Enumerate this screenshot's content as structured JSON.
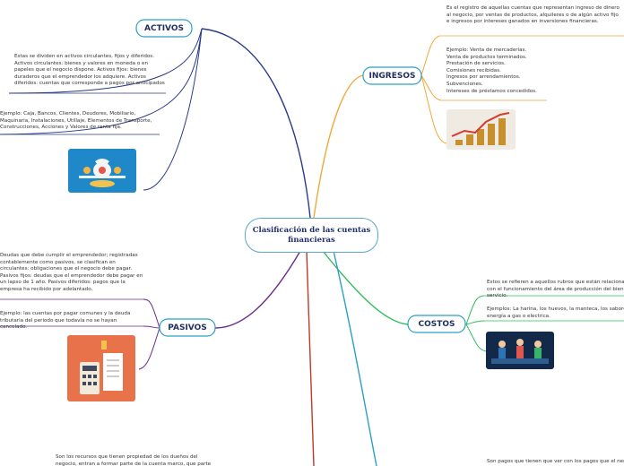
{
  "central": {
    "title": "Clasificación de las cuentas financieras"
  },
  "branches": {
    "activos": {
      "label": "ACTIVOS",
      "text1": "Estas se dividen en activos circulantes, fijos y diferidos. Activos circulantes: bienes y valores en moneda o en papeles que el negocio dispone. Activos fijos: bienes duraderos que el emprendedor los adquiere. Activos diferidos: cuentas que corresponde a pagos por anticipados",
      "text2": "Ejemplo: Caja, Bancos, Clientes, Deudores, Mobiliario, Maquinaria, Instalaciones, Utillaje, Elementos de Transporte, Construcciones, Acciones y Valores de renta fija."
    },
    "ingresos": {
      "label": "INGRESOS",
      "text1": "Es el registro de aquellas cuentas que representan ingreso de dinero al negocio, por ventas de productos, alquileres o de algún activo fijo e ingresos por intereses ganados en inversiones financieras.",
      "text2_lines": [
        "Ejemplo: Venta de mercaderías.",
        "Venta de productos terminados.",
        "Prestación de servicios.",
        "Comisiones recibidas.",
        "Ingresos por arrendamientos.",
        "Subvenciones.",
        "Intereses de préstamos concedidos."
      ]
    },
    "costos": {
      "label": "COSTOS",
      "text1": "Estos se refieren a aquellos rubros que están relacionados con el funcionamiento del área de producción del bien o servicio.",
      "text2": "Ejemplos:  La harina, los huevos, la manteca, los sabores, la energía a gas o electrica."
    },
    "pasivos": {
      "label": "PASIVOS",
      "text1": "Deudas que debe cumplir el emprendedor; registradas contablemente como pasivos, se clasifican en circulantes: obligaciones que el negocio debe pagar. Pasivos fijos: deudas que el emprendedor debe pagar en un lapso de 1 año. Pasivos diferidos: pagos que la empresa ha recibido por adelantado.",
      "text2": "Ejemplo: las cuentas por pagar comunes y la deuda tributaria del periodo que todavía no se hayan cancelado."
    },
    "capital": {
      "text1": "Son los recursos que tienen propiedad de los dueños del negocio, entran a formar parte de la cuenta marco, que parte"
    },
    "gastos": {
      "text1": "Son pagos que tienen que ver con los pagos que el negocio"
    }
  },
  "colors": {
    "activos": "#2a3a86",
    "ingresos": "#f0a83a",
    "costos": "#2fbd5b",
    "pasivos": "#6c2c8a",
    "central_border": "#5ba8c9",
    "teal": "#2aa0c4"
  }
}
